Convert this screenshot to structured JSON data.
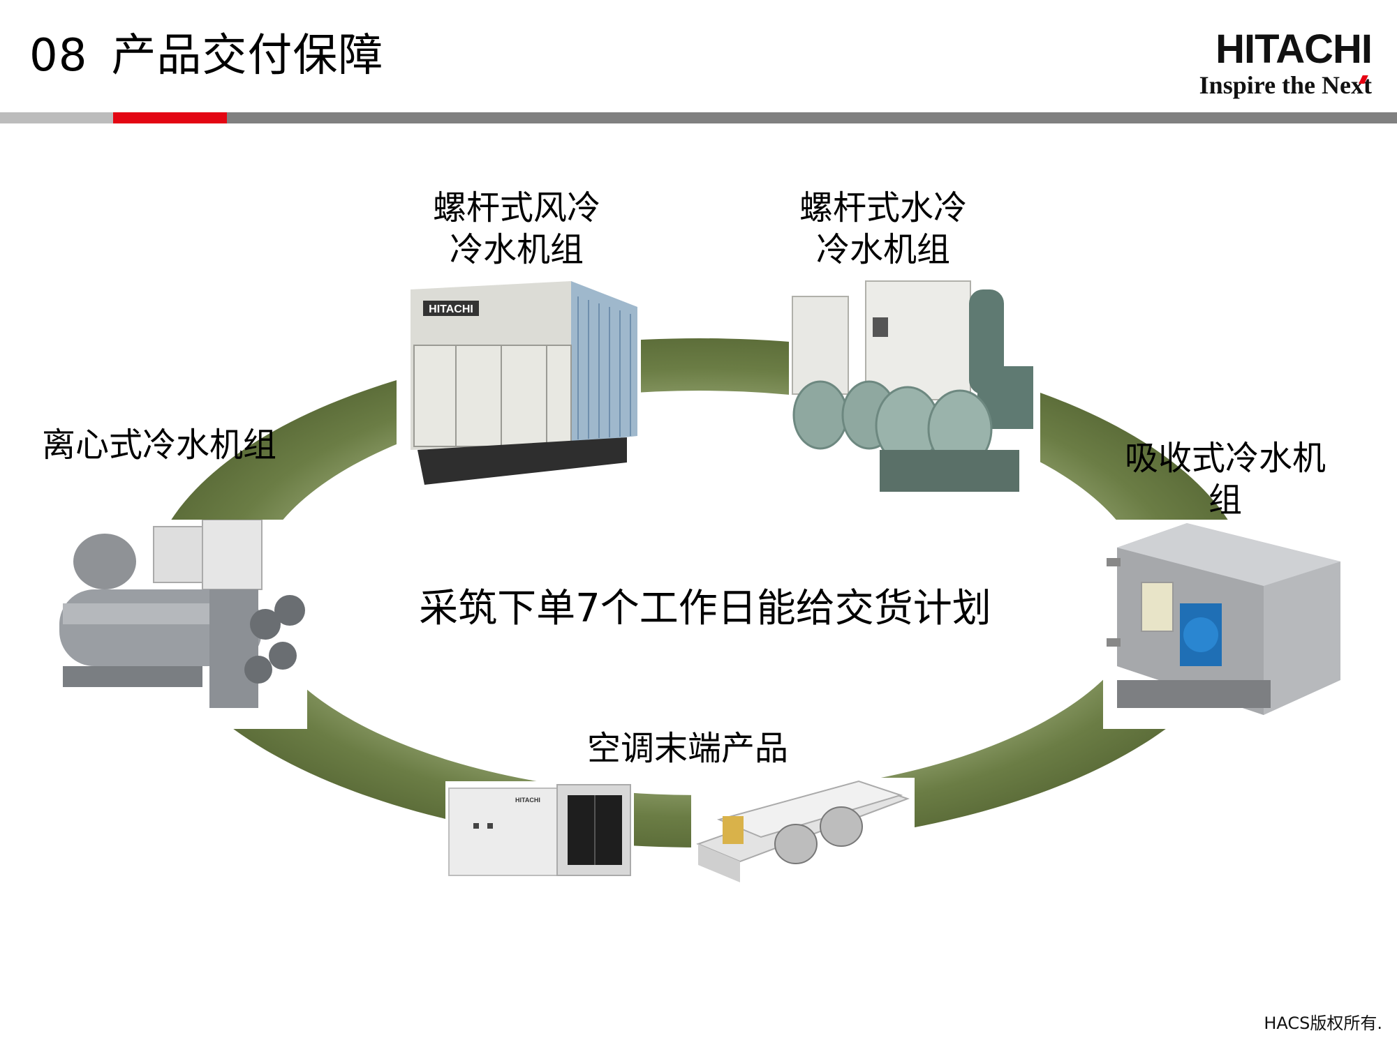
{
  "header": {
    "section_number": "08",
    "title": "产品交付保障",
    "logo_brand": "HITACHI",
    "logo_tagline": "Inspire the Next"
  },
  "center_message": "采筑下单7个工作日能给交货计划",
  "products": {
    "screw_air_cooled": {
      "line1": "螺杆式风冷",
      "line2": "冷水机组",
      "nameplate": "HITACHI"
    },
    "screw_water_cooled": {
      "line1": "螺杆式水冷",
      "line2": "冷水机组"
    },
    "centrifugal": {
      "line1": "离心式冷水机组"
    },
    "absorption": {
      "line1": "吸收式冷水机",
      "line2": "组"
    },
    "terminal": {
      "line1": "空调末端产品",
      "nameplate": "HITACHI"
    }
  },
  "footer": {
    "copyright": "HACS版权所有."
  },
  "colors": {
    "accent_red": "#e30613",
    "ring_green": "#6b7d45",
    "rule_gray": "#808080"
  }
}
